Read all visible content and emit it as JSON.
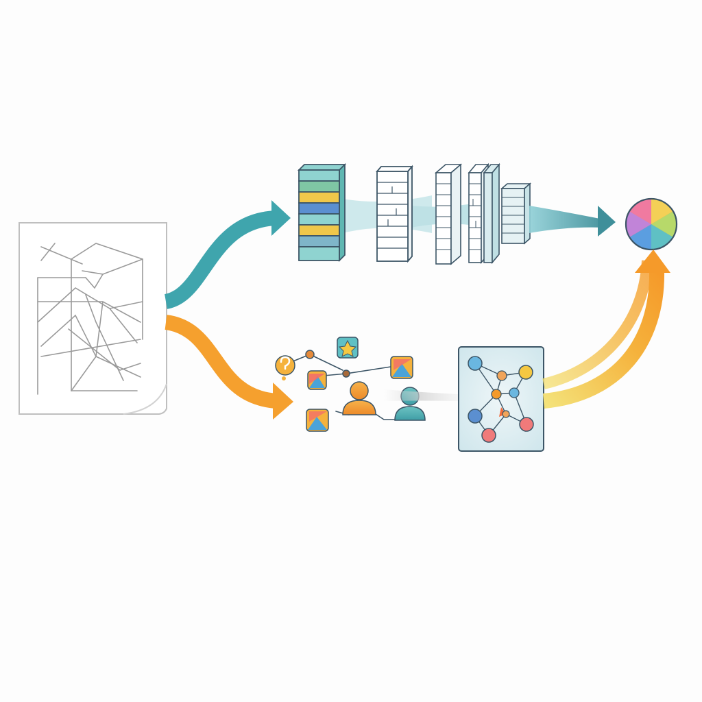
{
  "diagram": {
    "type": "pipeline",
    "text_labels": [],
    "nodes": [
      {
        "id": "source-document",
        "icon": "sketch-document-icon"
      },
      {
        "id": "layer-stack-1",
        "icon": "colored-layer-stack-icon"
      },
      {
        "id": "layer-stack-2",
        "icon": "plain-layer-stack-icon"
      },
      {
        "id": "layer-stack-3",
        "icon": "multi-layer-stack-icon"
      },
      {
        "id": "result-sphere",
        "icon": "gradient-sphere-icon"
      },
      {
        "id": "knowledge-cluster",
        "icon": "people-and-tags-icon"
      },
      {
        "id": "network-panel",
        "icon": "node-network-icon"
      }
    ],
    "edges": [
      {
        "from": "source-document",
        "to": "layer-stack-1",
        "style": "teal-arrow"
      },
      {
        "from": "layer-stack-1",
        "to": "layer-stack-2",
        "style": "teal-glow"
      },
      {
        "from": "layer-stack-2",
        "to": "layer-stack-3",
        "style": "teal-glow"
      },
      {
        "from": "layer-stack-3",
        "to": "result-sphere",
        "style": "teal-arrow"
      },
      {
        "from": "source-document",
        "to": "knowledge-cluster",
        "style": "orange-arrow"
      },
      {
        "from": "knowledge-cluster",
        "to": "network-panel",
        "style": "grey-glow"
      },
      {
        "from": "network-panel",
        "to": "result-sphere",
        "style": "orange-arrow"
      }
    ]
  },
  "colors": {
    "teal": "#3fa5ad",
    "teal_light": "#8fcfd6",
    "orange": "#f5a02e",
    "yellow": "#f4d98a",
    "ink": "#3c5566",
    "stack_colors": [
      "#8fd3d0",
      "#7fc6a4",
      "#f0c74a",
      "#5b8fd0",
      "#8fd3d0",
      "#f0c74a",
      "#7fb5c9",
      "#5fb7b2"
    ]
  }
}
